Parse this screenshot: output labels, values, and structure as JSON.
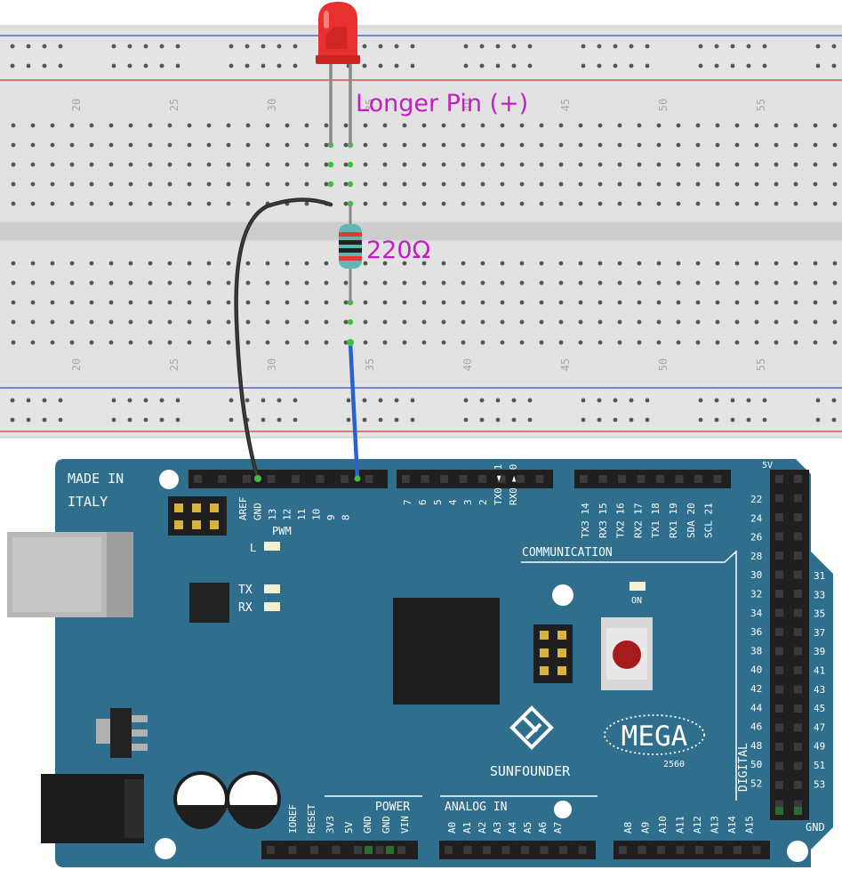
{
  "annotations": {
    "led_label": "Longer Pin (+)",
    "resistor_label": "220Ω"
  },
  "breadboard": {
    "column_numbers": [
      "20",
      "25",
      "30",
      "35",
      "40",
      "45",
      "50",
      "55"
    ]
  },
  "board": {
    "made_in": "MADE IN",
    "italy": "ITALY",
    "pwm": "PWM",
    "led_l": "L",
    "tx": "TX",
    "rx": "RX",
    "on": "ON",
    "communication": "COMMUNICATION",
    "brand": "SUNFOUNDER",
    "model": "MEGA",
    "model_sub": "2560",
    "power": "POWER",
    "analog_in": "ANALOG IN",
    "digital": "DIGITAL",
    "gnd_bottom": "GND",
    "five_v_top": "5V",
    "top_left_headers": [
      "AREF",
      "GND",
      "13",
      "12",
      "11",
      "10",
      "9",
      "8"
    ],
    "top_mid_headers": [
      "7",
      "6",
      "5",
      "4",
      "3",
      "2",
      "TX0 ◄ 1",
      "RX0 ► 0"
    ],
    "top_right_headers": [
      "TX3 14",
      "RX3 15",
      "TX2 16",
      "RX2 17",
      "TX1 18",
      "RX1 19",
      "SDA 20",
      "SCL 21"
    ],
    "power_headers": [
      "IOREF",
      "RESET",
      "3V3",
      "5V",
      "GND",
      "GND",
      "VIN"
    ],
    "analog_headers": [
      "A0",
      "A1",
      "A2",
      "A3",
      "A4",
      "A5",
      "A6",
      "A7"
    ],
    "analog_headers2": [
      "A8",
      "A9",
      "A10",
      "A11",
      "A12",
      "A13",
      "A14",
      "A15"
    ],
    "digital_left": [
      "22",
      "24",
      "26",
      "28",
      "30",
      "32",
      "34",
      "36",
      "38",
      "40",
      "42",
      "44",
      "46",
      "48",
      "50",
      "52"
    ],
    "digital_right": [
      "31",
      "33",
      "35",
      "37",
      "39",
      "41",
      "43",
      "45",
      "47",
      "49",
      "51",
      "53"
    ]
  },
  "colors": {
    "board": "#2f6e8c",
    "annotation": "#c21ec2",
    "wire_black": "#2b2b2b",
    "wire_blue": "#2b62c9",
    "led": "#e8312f"
  }
}
